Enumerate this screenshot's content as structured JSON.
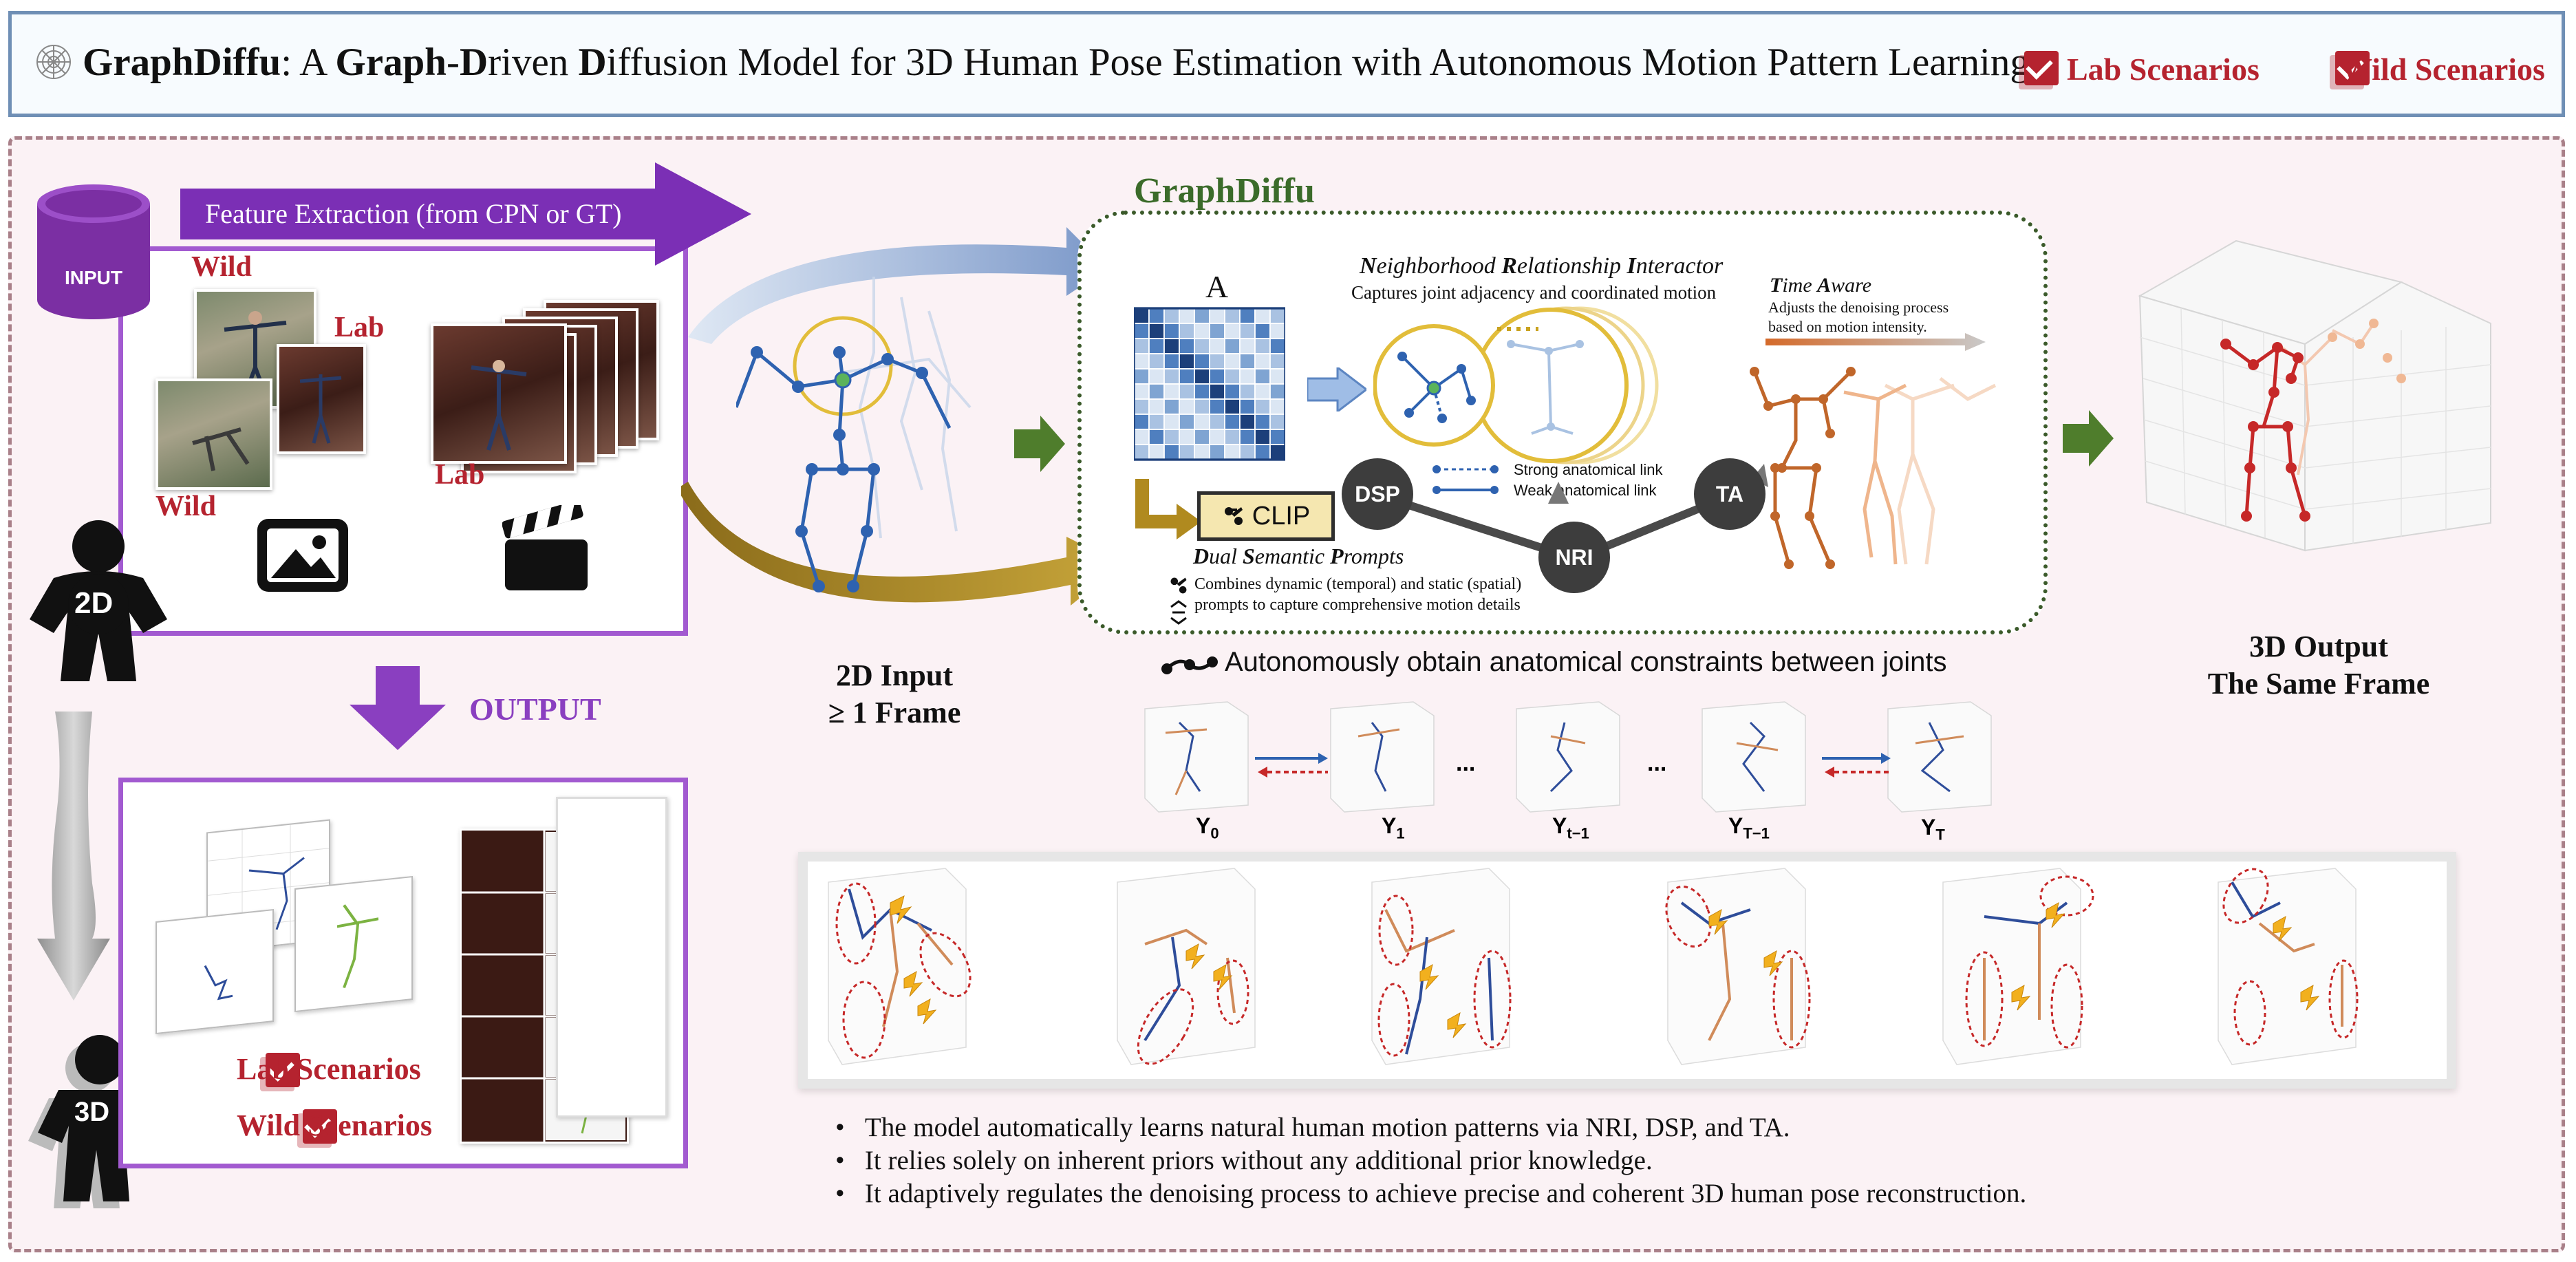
{
  "title": {
    "name": "GraphDiffu",
    "rest_parts": [
      ": A ",
      "Graph",
      "-",
      "D",
      "riven ",
      "D",
      "iffusion Model for 3D Human Pose Estimation with Autonomous Motion Pattern Learning"
    ],
    "lab_label": "Lab Scenarios",
    "wild_label": "Wild Scenarios"
  },
  "input": {
    "db_label": "INPUT",
    "feature_extraction": "Feature Extraction (from CPN or GT)",
    "wild_label_top": "Wild",
    "lab_label_top": "Lab",
    "wild_label_bottom": "Wild",
    "lab_label_bottom": "Lab",
    "badge_2d": "2D",
    "badge_3d": "3D"
  },
  "output": {
    "label": "OUTPUT",
    "lab_label": "Lab Scenarios",
    "wild_label": "Wild Scenarios"
  },
  "middle": {
    "input_2d_line1": "2D Input",
    "input_2d_line2": "≥ 1 Frame",
    "graphdiffu_title": "GraphDiffu",
    "matrix_label": "A",
    "nri_title_parts": [
      "N",
      "eighborhood ",
      "R",
      "elationship ",
      "I",
      "nteractor"
    ],
    "nri_desc": "Captures joint adjacency and coordinated motion",
    "ta_title_parts": [
      "T",
      "ime ",
      "A",
      "ware"
    ],
    "ta_desc_line1": "Adjusts the denoising process",
    "ta_desc_line2": "based on motion intensity.",
    "clip_label": "CLIP",
    "dsp_title_parts": [
      "D",
      "ual ",
      "S",
      "emantic ",
      "P",
      "rompts"
    ],
    "dsp_desc_line1": "Combines dynamic (temporal) and static (spatial)",
    "dsp_desc_line2": "prompts to capture comprehensive motion details",
    "strong_link": "Strong anatomical link",
    "weak_link": "Weak anatomical link",
    "node_dsp": "DSP",
    "node_nri": "NRI",
    "node_ta": "TA",
    "constraint_text": "Autonomously obtain anatomical constraints between joints",
    "y_labels": [
      "Y",
      "Y",
      "Y",
      "Y",
      "Y"
    ],
    "y_subs": [
      "0",
      "1",
      "t−1",
      "T−1",
      "T"
    ],
    "ellipsis": "..."
  },
  "output_3d": {
    "line1": "3D Output",
    "line2": "The Same Frame"
  },
  "bullets": [
    "The model automatically learns natural human motion patterns via NRI, DSP, and TA.",
    "It relies solely on inherent priors without any additional prior knowledge.",
    "It adaptively regulates the denoising process to achieve precise and coherent 3D human pose reconstruction."
  ],
  "colors": {
    "accent_purple": "#7b2fb5",
    "red": "#b5232f",
    "green": "#3b6b2a",
    "blue_joint": "#2e62b0",
    "orange_joint": "#c0662a"
  },
  "icons": [
    "spider-web-icon",
    "checkbox-icon",
    "database-icon",
    "image-icon",
    "clapperboard-icon",
    "person-2d-icon",
    "person-3d-icon",
    "arrow-right-icon",
    "arrow-down-icon",
    "lightning-icon"
  ]
}
